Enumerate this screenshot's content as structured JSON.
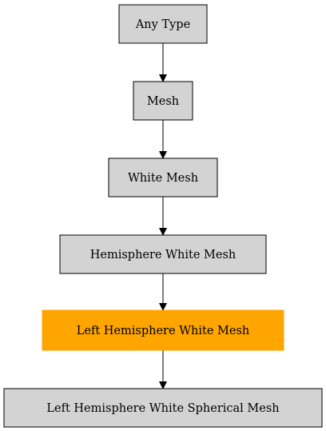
{
  "diagram": {
    "nodes": [
      {
        "id": "any-type",
        "label": "Any Type",
        "highlighted": false
      },
      {
        "id": "mesh",
        "label": "Mesh",
        "highlighted": false
      },
      {
        "id": "white-mesh",
        "label": "White Mesh",
        "highlighted": false
      },
      {
        "id": "hemisphere-white-mesh",
        "label": "Hemisphere White Mesh",
        "highlighted": false
      },
      {
        "id": "left-hemisphere-white-mesh",
        "label": "Left Hemisphere White Mesh",
        "highlighted": true
      },
      {
        "id": "left-hemisphere-white-spherical-mesh",
        "label": "Left Hemisphere White Spherical Mesh",
        "highlighted": false
      }
    ],
    "edges": [
      {
        "from": "any-type",
        "to": "mesh"
      },
      {
        "from": "mesh",
        "to": "white-mesh"
      },
      {
        "from": "white-mesh",
        "to": "hemisphere-white-mesh"
      },
      {
        "from": "hemisphere-white-mesh",
        "to": "left-hemisphere-white-mesh"
      },
      {
        "from": "left-hemisphere-white-mesh",
        "to": "left-hemisphere-white-spherical-mesh"
      }
    ],
    "colors": {
      "node_fill": "#d3d3d3",
      "highlight_fill": "#ffa500",
      "stroke": "#000000",
      "text": "#000000"
    }
  }
}
